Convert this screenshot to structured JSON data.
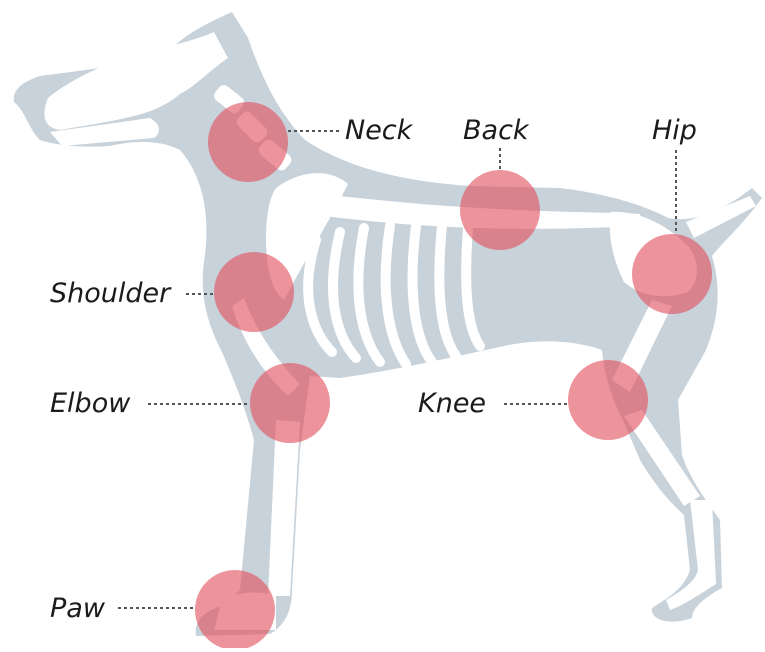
{
  "colors": {
    "silhouette": "#c8d2da",
    "bone": "#ffffff",
    "joint": "#e2515f",
    "text": "#1b1b1b",
    "leader": "#555555"
  },
  "joints": [
    {
      "key": "neck",
      "label": "Neck"
    },
    {
      "key": "back",
      "label": "Back"
    },
    {
      "key": "hip",
      "label": "Hip"
    },
    {
      "key": "shoulder",
      "label": "Shoulder"
    },
    {
      "key": "elbow",
      "label": "Elbow"
    },
    {
      "key": "knee",
      "label": "Knee"
    },
    {
      "key": "paw",
      "label": "Paw"
    }
  ]
}
